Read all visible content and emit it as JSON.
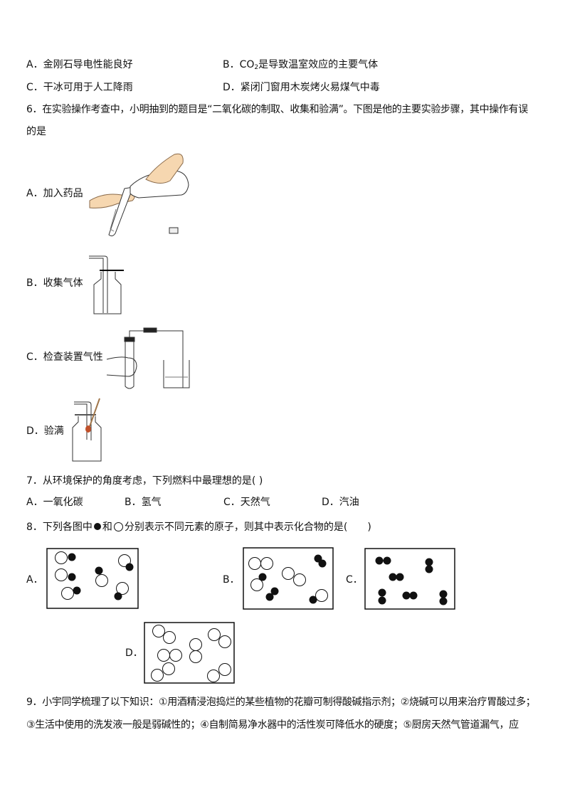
{
  "q5": {
    "options": {
      "A": "A．金刚石导电性能良好",
      "B_prefix": "B．CO",
      "B_sub": "2",
      "B_suffix": "是导致温室效应的主要气体",
      "C": "C．干冰可用于人工降雨",
      "D": "D．紧闭门窗用木炭烤火易煤气中毒"
    }
  },
  "q6": {
    "stem_line1": "6．在实验操作考查中，小明抽到的题目是“二氧化碳的制取、收集和验满”。下图是他的主要实验步骤，其中操作有误",
    "stem_line2": "的是",
    "options": {
      "A": "A．加入药品",
      "B": "B．收集气体",
      "C": "C．检查装置气性",
      "D": "D．验满"
    }
  },
  "q7": {
    "stem": "7．从环境保护的角度考虑，下列燃料中最理想的是( )",
    "options": {
      "A": "A．一氧化碳",
      "B": "B．氢气",
      "C": "C．天然气",
      "D": "D．汽油"
    }
  },
  "q8": {
    "stem_prefix": "8．下列各图中",
    "stem_mid": "和",
    "stem_suffix": "分别表示不同元素的原子，则其中表示化合物的是(　　)",
    "options": {
      "A": "A．",
      "B": "B．",
      "C": "C．",
      "D": "D．"
    }
  },
  "q9": {
    "line1": "9．小宇同学梳理了以下知识：①用酒精浸泡捣烂的某些植物的花瓣可制得酸碱指示剂；②烧碱可以用来治疗胃酸过多；",
    "line2": "③生活中使用的洗发液一般是弱碱性的；④自制简易净水器中的活性炭可降低水的硬度；⑤厨房天然气管道漏气，应"
  }
}
